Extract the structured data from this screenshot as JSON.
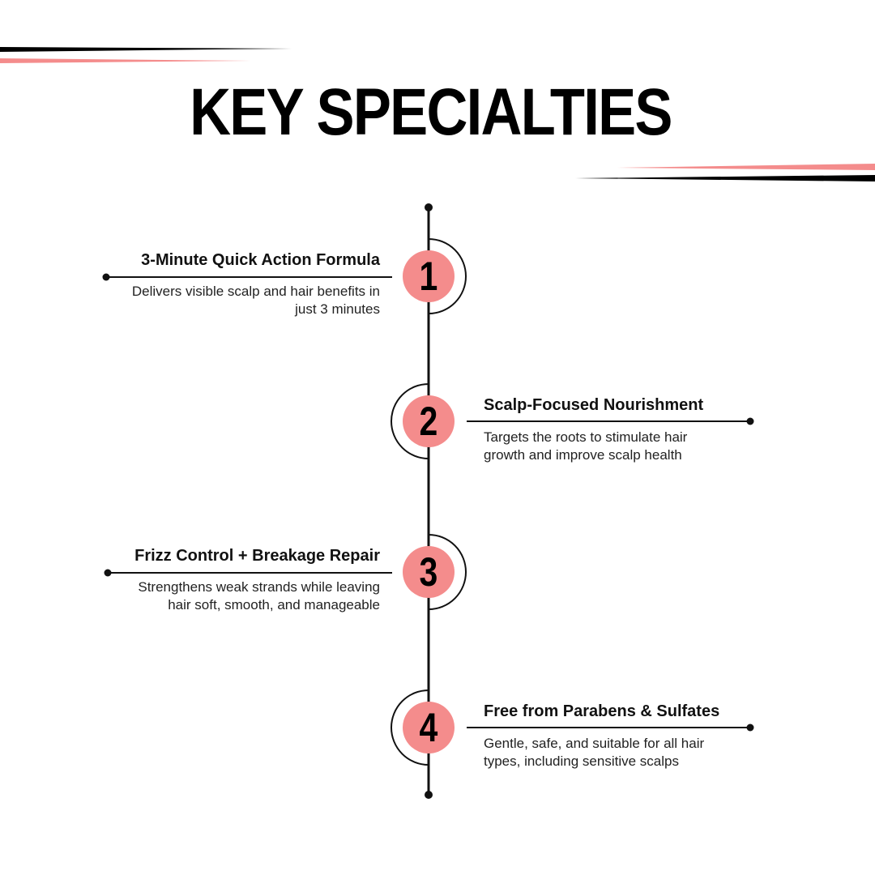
{
  "title": "KEY SPECIALTIES",
  "colors": {
    "accent": "#f48c8c",
    "ink": "#000000",
    "background": "#ffffff"
  },
  "items": [
    {
      "number": "1",
      "heading": "3-Minute Quick Action Formula",
      "description": "Delivers visible scalp and hair benefits in just 3 minutes",
      "side": "left"
    },
    {
      "number": "2",
      "heading": "Scalp-Focused Nourishment",
      "description": "Targets the roots to stimulate hair growth and improve scalp health",
      "side": "right"
    },
    {
      "number": "3",
      "heading": "Frizz Control + Breakage Repair",
      "description": "Strengthens weak strands while leaving hair soft, smooth, and manageable",
      "side": "left"
    },
    {
      "number": "4",
      "heading": "Free from Parabens & Sulfates",
      "description": "Gentle, safe, and suitable for all hair types, including sensitive scalps",
      "side": "right"
    }
  ]
}
